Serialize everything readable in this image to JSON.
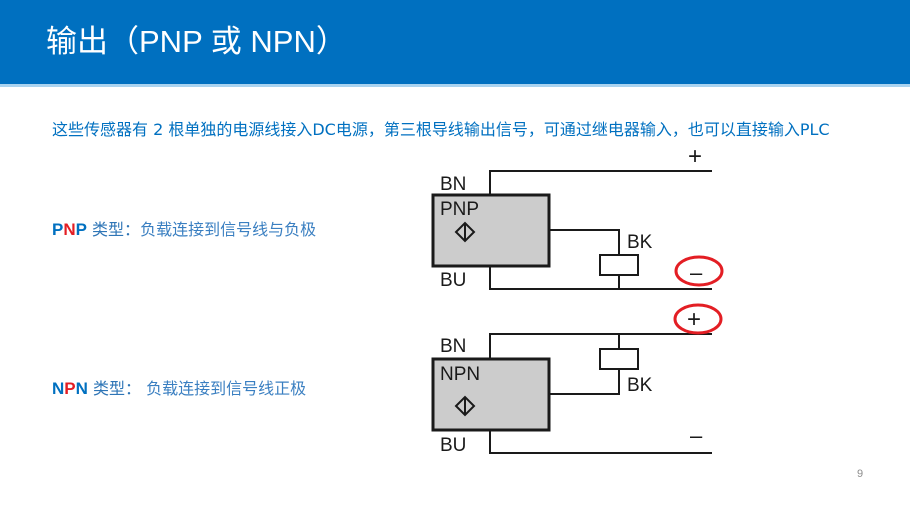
{
  "header": {
    "title": "输出（PNP 或 NPN）"
  },
  "intro": {
    "text": "这些传感器有 2 根单独的电源线接入DC电源，第三根导线输出信号，可通过继电器输入，也可以直接输入PLC"
  },
  "types": [
    {
      "code_parts": [
        "P",
        "N",
        "P"
      ],
      "code_colors": [
        "#0070c0",
        "#e31e24",
        "#0070c0"
      ],
      "label": " 类型：",
      "description": "负载连接到信号线与负极"
    },
    {
      "code_parts": [
        "N",
        "P",
        "N"
      ],
      "code_colors": [
        "#0070c0",
        "#e31e24",
        "#0070c0"
      ],
      "label": " 类型：",
      "description": " 负载连接到信号线正极"
    }
  ],
  "diagrams": {
    "pnp": {
      "sensor_label": "PNP",
      "wire_top": "BN",
      "wire_bottom": "BU",
      "wire_signal": "BK",
      "plus": "+",
      "minus": "–",
      "highlighted_terminal": "minus"
    },
    "npn": {
      "sensor_label": "NPN",
      "wire_top": "BN",
      "wire_bottom": "BU",
      "wire_signal": "BK",
      "plus": "+",
      "minus": "–",
      "highlighted_terminal": "plus"
    },
    "highlight_color": "#e31e24",
    "sensor_fill": "#cccccc"
  },
  "footer": {
    "page_number": "9"
  }
}
